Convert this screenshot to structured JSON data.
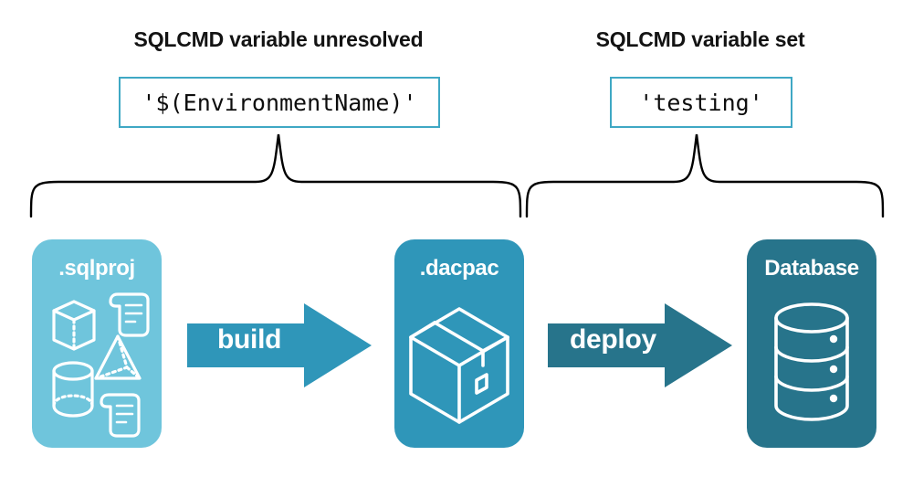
{
  "diagram": {
    "title_left": "SQLCMD variable unresolved",
    "title_right": "SQLCMD variable set",
    "code_left": "'$(EnvironmentName)'",
    "code_right": "'testing'",
    "stages": [
      {
        "label": ".sqlproj",
        "icon": "project-shapes-icon",
        "color": "#6FC5DC"
      },
      {
        "label": ".dacpac",
        "icon": "package-box-icon",
        "color": "#2F96B9"
      },
      {
        "label": "Database",
        "icon": "database-cylinder-icon",
        "color": "#27748B"
      }
    ],
    "arrows": [
      {
        "label": "build",
        "color": "#2F96B9"
      },
      {
        "label": "deploy",
        "color": "#27748B"
      }
    ],
    "colors": {
      "background": "#ffffff",
      "text": "#131313",
      "code_border": "#3FA8C4",
      "brace": "#000000",
      "card_light": "#6FC5DC",
      "card_mid": "#2F96B9",
      "card_dark": "#27748B"
    }
  }
}
